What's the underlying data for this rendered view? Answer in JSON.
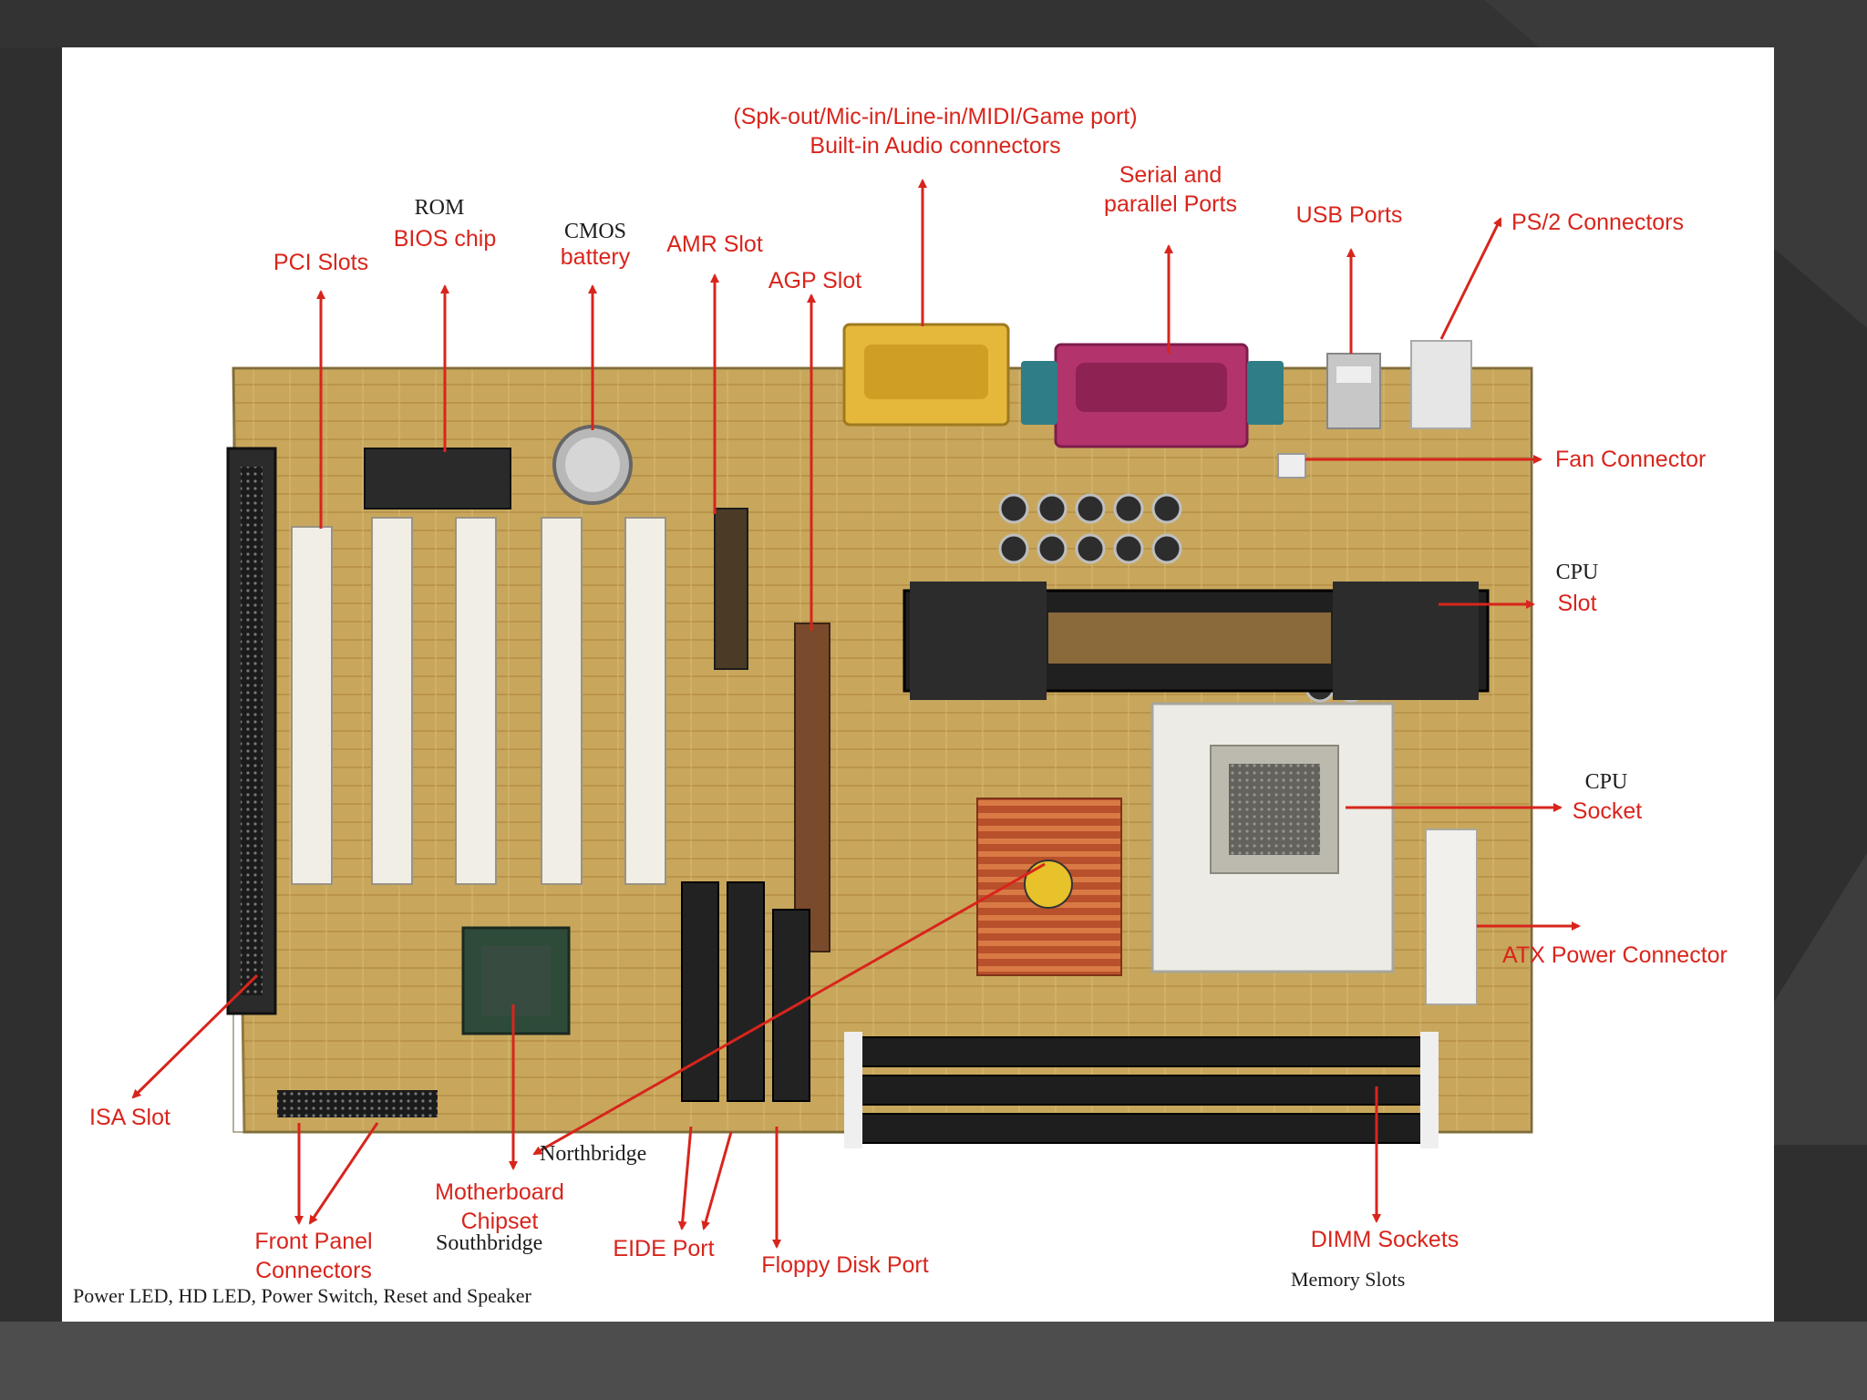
{
  "labels": {
    "audio_top": "(Spk-out/Mic-in/Line-in/MIDI/Game port)",
    "audio_bottom": "Built-in Audio connectors",
    "serial_top": "Serial and",
    "serial_bottom": "parallel Ports",
    "usb": "USB Ports",
    "ps2": "PS/2 Connectors",
    "rom": "ROM",
    "bios": "BIOS chip",
    "cmos_top": "CMOS",
    "cmos_bottom": "battery",
    "amr": "AMR Slot",
    "agp": "AGP Slot",
    "pci": "PCI Slots",
    "fan": "Fan Connector",
    "cpu_slot_top": "CPU",
    "cpu_slot_bottom": "Slot",
    "cpu_socket_top": "CPU",
    "cpu_socket_bottom": "Socket",
    "atx": "ATX Power Connector",
    "isa": "ISA Slot",
    "northbridge": "Northbridge",
    "chipset_top": "Motherboard",
    "chipset_bottom": "Chipset",
    "southbridge": "Southbridge",
    "front_top": "Front Panel",
    "front_bottom": "Connectors",
    "front_caption": "Power LED, HD LED, Power Switch, Reset and Speaker",
    "eide": "EIDE Port",
    "floppy": "Floppy Disk Port",
    "dimm": "DIMM Sockets",
    "memory": "Memory Slots"
  },
  "colors": {
    "label_red": "#d8251c",
    "arrow_red": "#d8251c",
    "board_yellow": "#c9a658",
    "slot_white": "#f1eee6",
    "slide_white": "#ffffff",
    "background": "#2f2f2f"
  }
}
